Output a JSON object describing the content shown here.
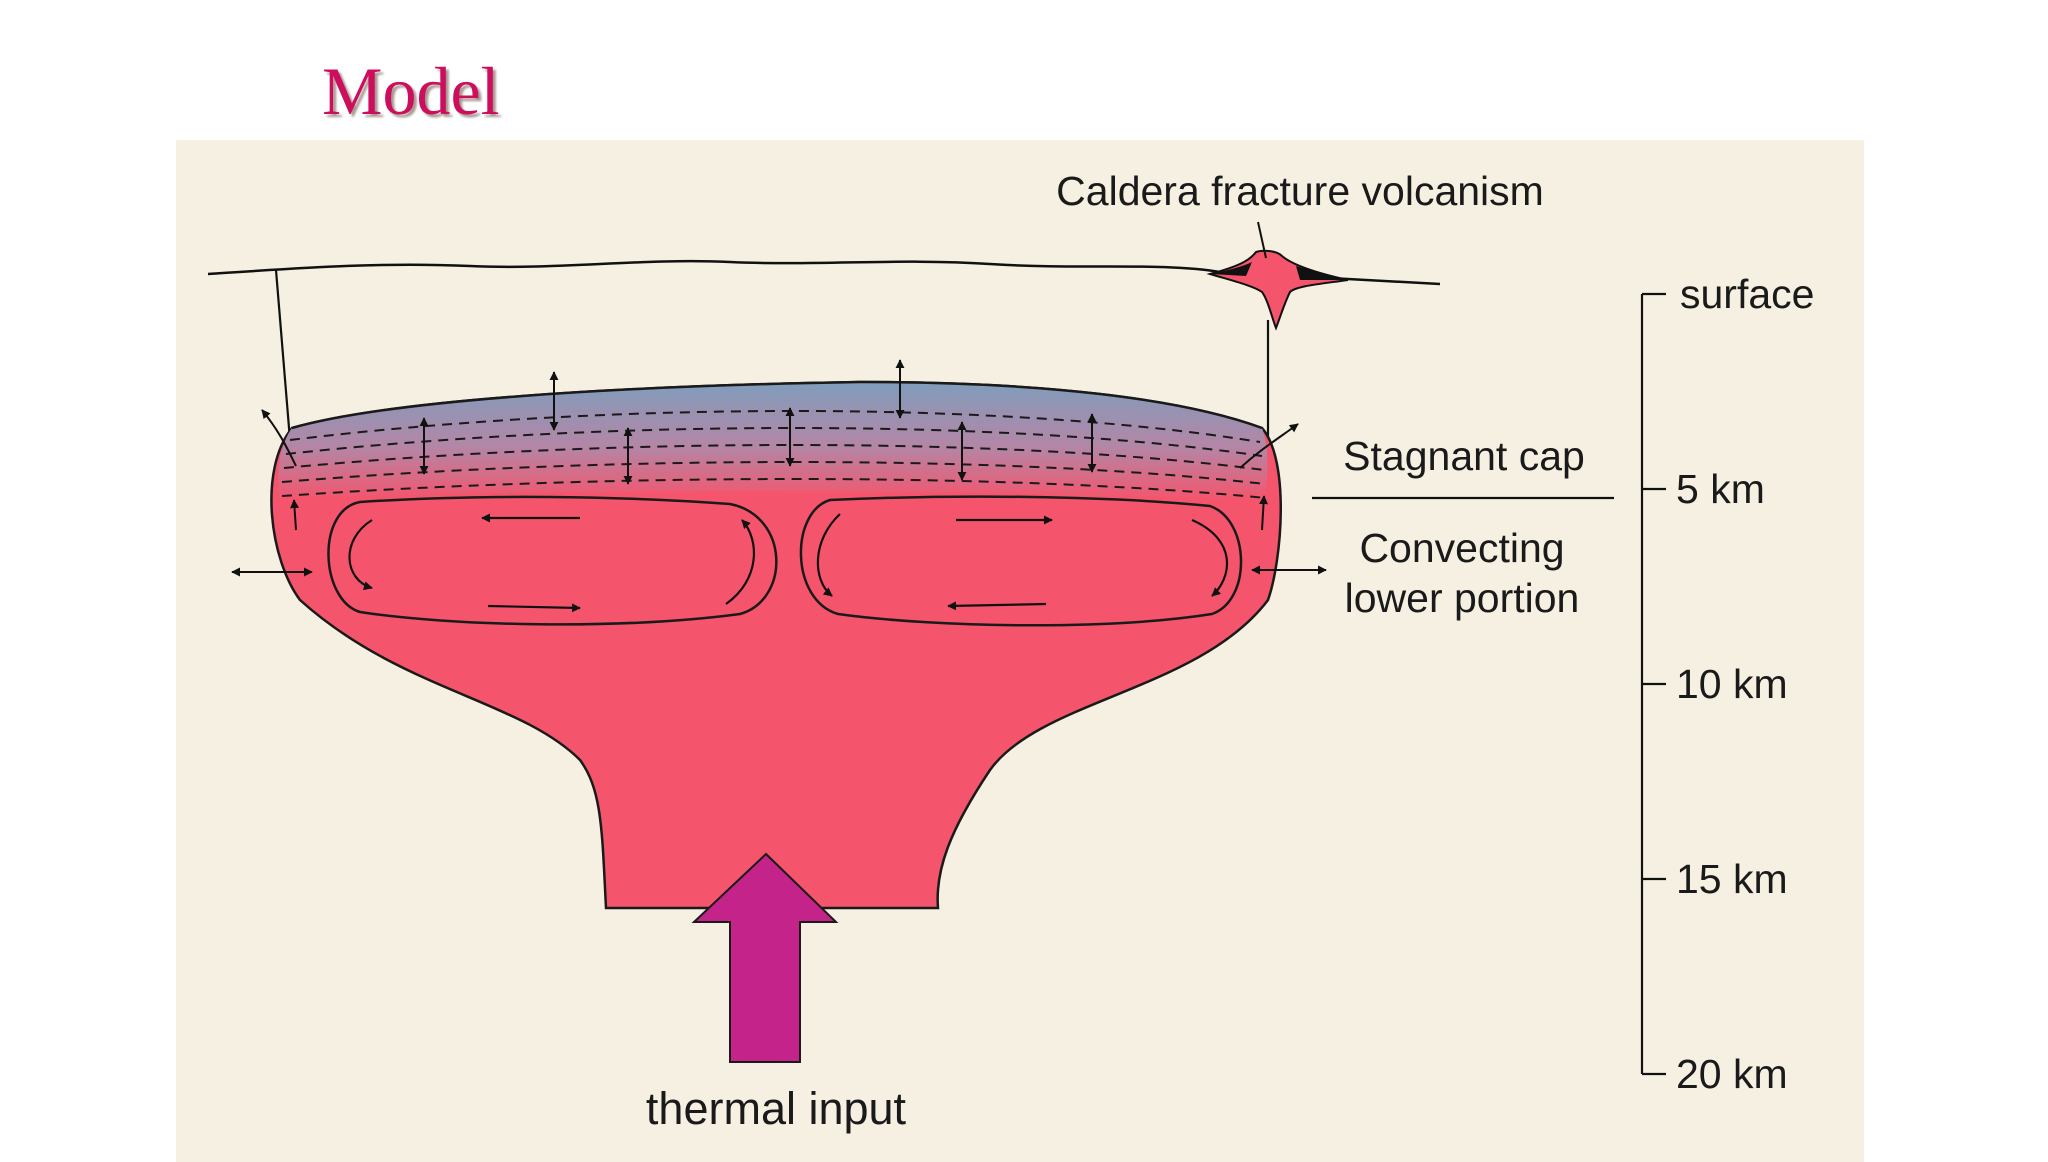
{
  "title": "Model",
  "labels": {
    "caldera": "Caldera fracture volcanism",
    "stagnant_cap": "Stagnant cap",
    "convecting_line1": "Convecting",
    "convecting_line2": "lower portion",
    "thermal_input": "thermal input"
  },
  "depth_scale": {
    "ticks": [
      {
        "value": 0,
        "label": "surface"
      },
      {
        "value": 5,
        "label": "5 km"
      },
      {
        "value": 10,
        "label": "10 km"
      },
      {
        "value": 15,
        "label": "15 km"
      },
      {
        "value": 20,
        "label": "20 km"
      }
    ]
  },
  "colors": {
    "title": "#cc0e5c",
    "background": "#f6f0e2",
    "magma": "#f4556c",
    "cap_top": "#7f9dbc",
    "arrow_input": "#c4238a"
  }
}
